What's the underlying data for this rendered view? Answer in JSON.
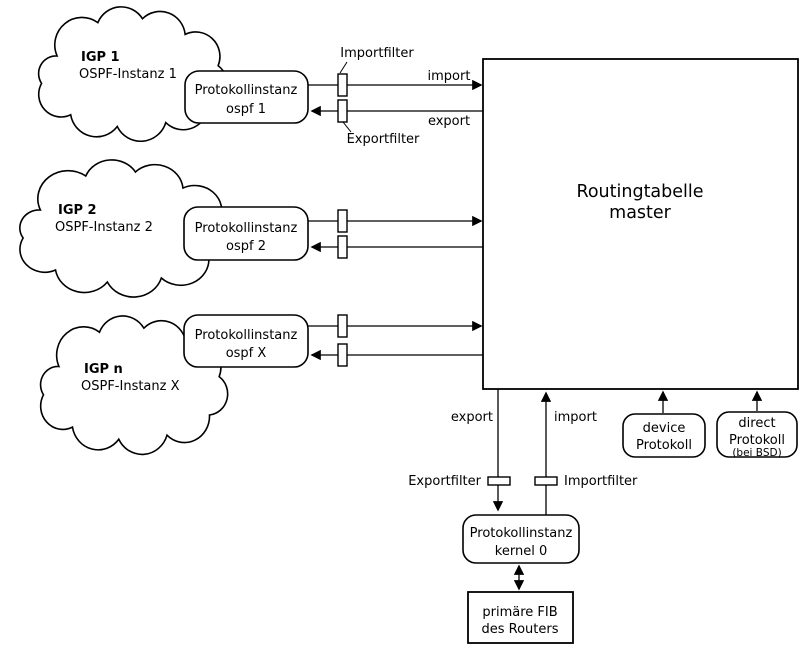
{
  "diagram": {
    "colors": {
      "stroke": "#000000",
      "background": "#ffffff"
    },
    "clouds": [
      {
        "title": "IGP 1",
        "subtitle": "OSPF-Instanz 1"
      },
      {
        "title": "IGP 2",
        "subtitle": "OSPF-Instanz 2"
      },
      {
        "title": "IGP n",
        "subtitle": "OSPF-Instanz X"
      }
    ],
    "protocols": [
      {
        "line1": "Protokollinstanz",
        "line2": "ospf 1"
      },
      {
        "line1": "Protokollinstanz",
        "line2": "ospf 2"
      },
      {
        "line1": "Protokollinstanz",
        "line2": "ospf X"
      }
    ],
    "routing_table": {
      "line1": "Routingtabelle",
      "line2": "master"
    },
    "top_filters": {
      "import_label": "Importfilter",
      "export_label": "Exportfilter"
    },
    "row1_labels": {
      "import": "import",
      "export": "export"
    },
    "bottom_flow": {
      "export": "export",
      "import": "import",
      "export_filter": "Exportfilter",
      "import_filter": "Importfilter"
    },
    "kernel": {
      "line1": "Protokollinstanz",
      "line2": "kernel 0"
    },
    "fib": {
      "line1": "primäre FIB",
      "line2": "des Routers"
    },
    "device": {
      "line1": "device",
      "line2": "Protokoll"
    },
    "direct": {
      "line1": "direct",
      "line2": "Protokoll",
      "line3": "(bei BSD)"
    }
  }
}
